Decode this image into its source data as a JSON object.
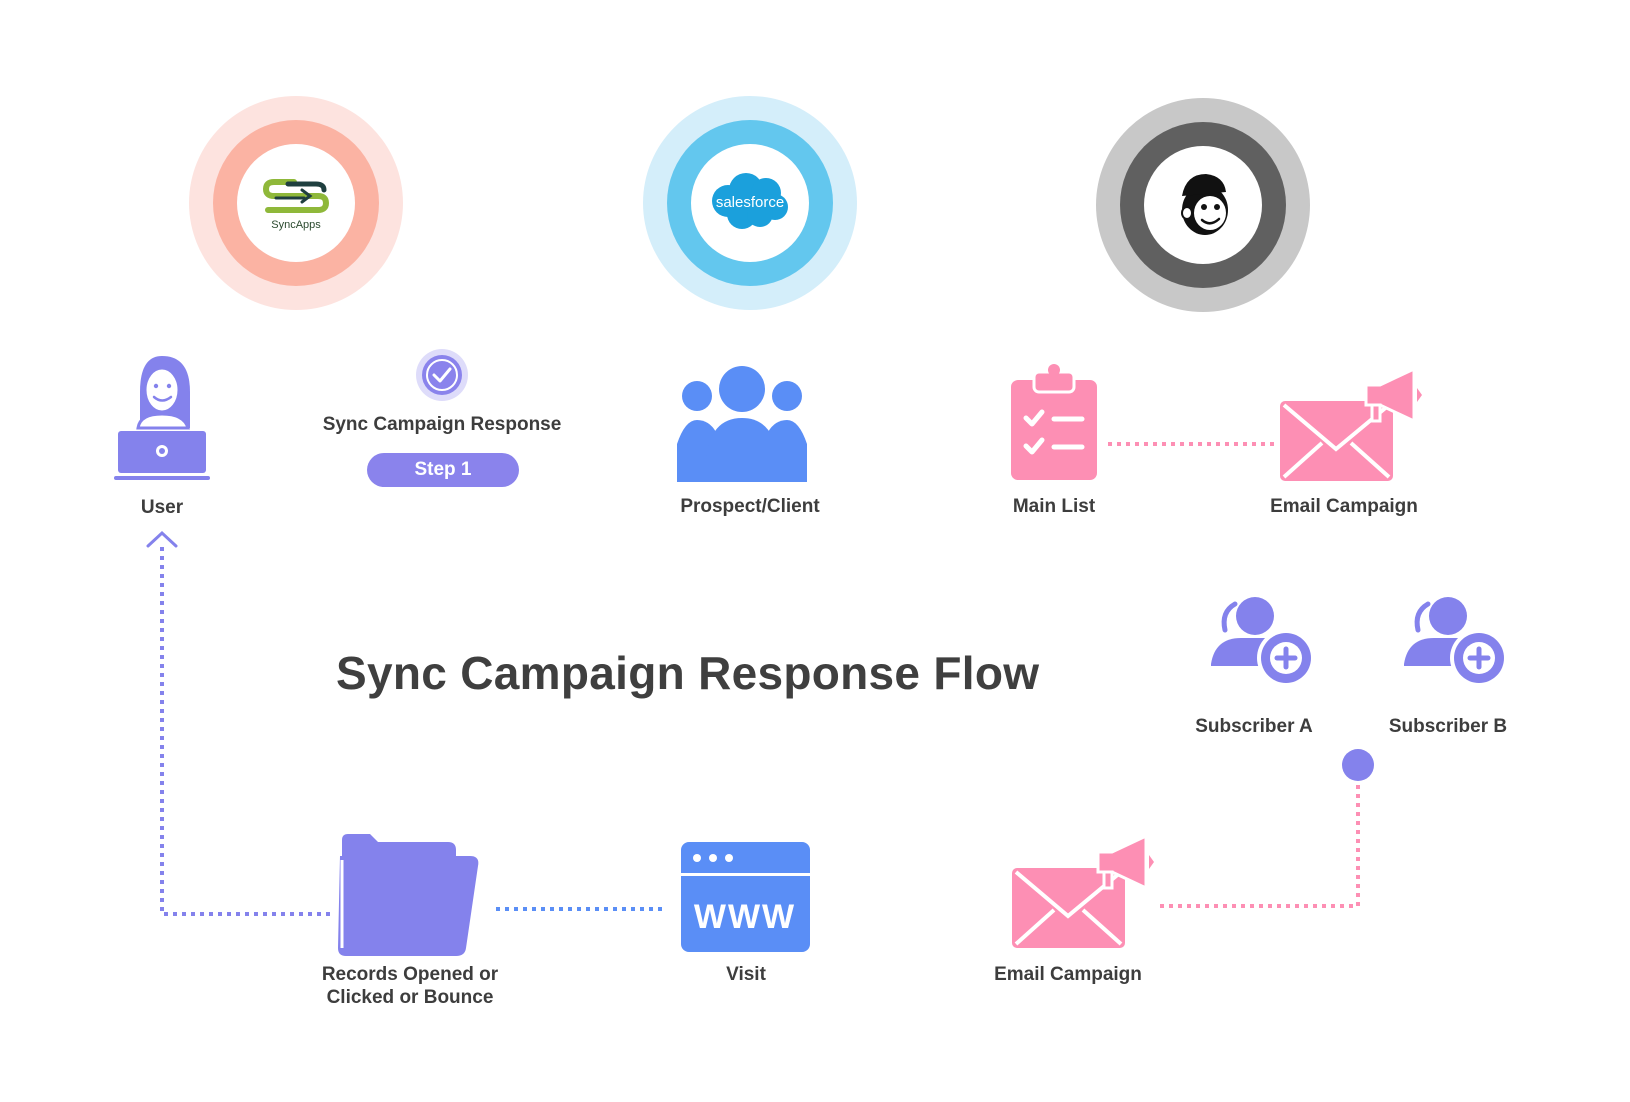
{
  "title": "Sync Campaign Response Flow",
  "logos": {
    "syncapps": {
      "wordmark": "SyncApps",
      "icon": "syncapps-logo",
      "ring_colors": [
        "#fde3df",
        "#fbb3a3"
      ]
    },
    "salesforce": {
      "wordmark": "salesforce",
      "icon": "salesforce-cloud-logo",
      "ring_colors": [
        "#d4eefa",
        "#63c7ee"
      ]
    },
    "mailchimp": {
      "icon": "mailchimp-freddie-logo",
      "ring_colors": [
        "#c8c8c8",
        "#606060"
      ]
    }
  },
  "nodes": {
    "user": {
      "label": "User",
      "icon": "user-at-laptop-icon"
    },
    "sync_step": {
      "label": "Sync Campaign Response",
      "step_label": "Step 1",
      "icon": "check-badge-icon"
    },
    "prospect": {
      "label": "Prospect/Client",
      "icon": "group-icon"
    },
    "main_list": {
      "label": "Main List",
      "icon": "clipboard-checklist-icon"
    },
    "email_campaign_top": {
      "label": "Email Campaign",
      "icon": "envelope-megaphone-icon"
    },
    "subscriber_a": {
      "label": "Subscriber A",
      "icon": "add-user-icon"
    },
    "subscriber_b": {
      "label": "Subscriber B",
      "icon": "add-user-icon"
    },
    "records": {
      "label_line1": "Records Opened or",
      "label_line2": "Clicked or Bounce",
      "icon": "folder-icon"
    },
    "visit": {
      "label": "Visit",
      "icon": "browser-www-icon",
      "glyph_text": "WWW"
    },
    "email_campaign_bottom": {
      "label": "Email Campaign",
      "icon": "envelope-megaphone-icon"
    }
  },
  "colors": {
    "blue": "#5a8ef6",
    "pink": "#fd8fb4",
    "purple": "#8482ec",
    "text": "#3d3d3d"
  }
}
